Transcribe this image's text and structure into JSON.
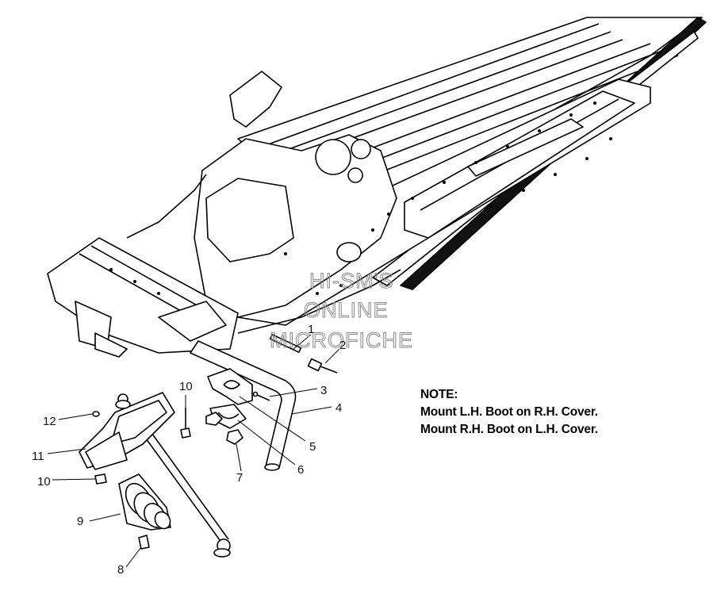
{
  "note": {
    "title": "NOTE:",
    "lines": [
      "Mount L.H. Boot on R.H. Cover.",
      "Mount R.H. Boot on L.H. Cover."
    ]
  },
  "watermark": {
    "lines": [
      "HI-SM'S",
      "ONLINE",
      "MICROFICHE"
    ]
  },
  "callouts": [
    {
      "id": "1",
      "label": "1"
    },
    {
      "id": "2",
      "label": "2"
    },
    {
      "id": "3",
      "label": "3"
    },
    {
      "id": "4",
      "label": "4"
    },
    {
      "id": "5",
      "label": "5"
    },
    {
      "id": "6",
      "label": "6"
    },
    {
      "id": "7",
      "label": "7"
    },
    {
      "id": "8",
      "label": "8"
    },
    {
      "id": "9",
      "label": "9"
    },
    {
      "id": "10a",
      "label": "10"
    },
    {
      "id": "10b",
      "label": "10"
    },
    {
      "id": "11",
      "label": "11"
    },
    {
      "id": "12",
      "label": "12"
    }
  ]
}
